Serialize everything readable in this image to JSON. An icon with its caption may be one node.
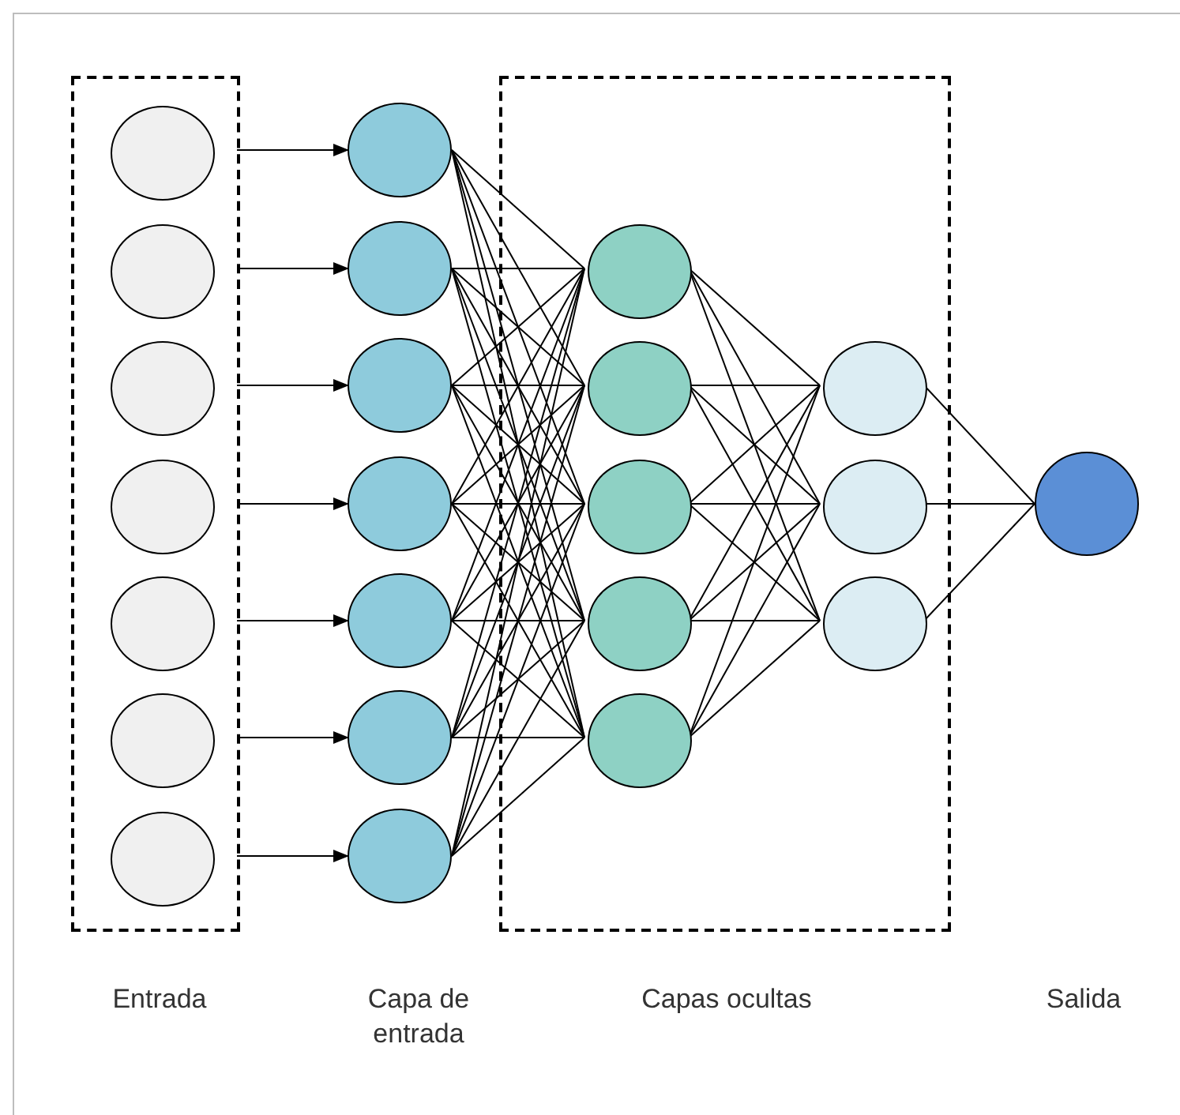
{
  "diagram": {
    "nodes": [
      {
        "text": [],
        "shape": "box"
      },
      {
        "text": [],
        "shape": "circle",
        "in": 0
      },
      {
        "text": [],
        "shape": "circle",
        "in": 0
      },
      {
        "text": [],
        "shape": "circle",
        "in": 0
      },
      {
        "text": [],
        "shape": "circle",
        "in": 0
      },
      {
        "text": [],
        "shape": "circle",
        "in": 0
      },
      {
        "text": [],
        "shape": "circle",
        "in": 0
      },
      {
        "text": [],
        "shape": "circle",
        "in": 0
      },
      {
        "text": [],
        "shape": "circle"
      },
      {
        "text": [],
        "shape": "circle"
      },
      {
        "text": [],
        "shape": "circle"
      },
      {
        "text": [],
        "shape": "circle"
      },
      {
        "text": [],
        "shape": "circle"
      },
      {
        "text": [],
        "shape": "circle"
      },
      {
        "text": [],
        "shape": "circle"
      },
      {
        "text": [],
        "shape": "box"
      },
      {
        "text": [],
        "shape": "circle",
        "in": 15
      },
      {
        "text": [],
        "shape": "circle",
        "in": 15
      },
      {
        "text": [],
        "shape": "circle",
        "in": 15
      },
      {
        "text": [],
        "shape": "circle",
        "in": 15
      },
      {
        "text": [],
        "shape": "circle",
        "in": 15
      },
      {
        "text": [],
        "shape": "circle",
        "in": 15
      },
      {
        "text": [],
        "shape": "circle",
        "in": 15
      },
      {
        "text": [],
        "shape": "circle",
        "in": 15
      },
      {
        "text": [],
        "shape": "circle"
      }
    ],
    "edges": [
      {
        "from": 1,
        "to": 8,
        "arrow": "to"
      },
      {
        "from": 2,
        "to": 9,
        "arrow": "to"
      },
      {
        "from": 3,
        "to": 10,
        "arrow": "to"
      },
      {
        "from": 4,
        "to": 11,
        "arrow": "to"
      },
      {
        "from": 5,
        "to": 12,
        "arrow": "to"
      },
      {
        "from": 6,
        "to": 13,
        "arrow": "to"
      },
      {
        "from": 7,
        "to": 14,
        "arrow": "to"
      },
      {
        "from": 8,
        "to": 16,
        "arrow": "none"
      },
      {
        "from": 8,
        "to": 17,
        "arrow": "none"
      },
      {
        "from": 8,
        "to": 18,
        "arrow": "none"
      },
      {
        "from": 8,
        "to": 19,
        "arrow": "none"
      },
      {
        "from": 8,
        "to": 20,
        "arrow": "none"
      },
      {
        "from": 9,
        "to": 16,
        "arrow": "none"
      },
      {
        "from": 9,
        "to": 17,
        "arrow": "none"
      },
      {
        "from": 9,
        "to": 18,
        "arrow": "none"
      },
      {
        "from": 9,
        "to": 19,
        "arrow": "none"
      },
      {
        "from": 9,
        "to": 20,
        "arrow": "none"
      },
      {
        "from": 10,
        "to": 16,
        "arrow": "none"
      },
      {
        "from": 10,
        "to": 17,
        "arrow": "none"
      },
      {
        "from": 10,
        "to": 18,
        "arrow": "none"
      },
      {
        "from": 10,
        "to": 19,
        "arrow": "none"
      },
      {
        "from": 10,
        "to": 20,
        "arrow": "none"
      },
      {
        "from": 11,
        "to": 16,
        "arrow": "none"
      },
      {
        "from": 11,
        "to": 17,
        "arrow": "none"
      },
      {
        "from": 11,
        "to": 18,
        "arrow": "none"
      },
      {
        "from": 11,
        "to": 19,
        "arrow": "none"
      },
      {
        "from": 11,
        "to": 20,
        "arrow": "none"
      },
      {
        "from": 12,
        "to": 16,
        "arrow": "none"
      },
      {
        "from": 12,
        "to": 17,
        "arrow": "none"
      },
      {
        "from": 12,
        "to": 18,
        "arrow": "none"
      },
      {
        "from": 12,
        "to": 19,
        "arrow": "none"
      },
      {
        "from": 12,
        "to": 20,
        "arrow": "none"
      },
      {
        "from": 13,
        "to": 16,
        "arrow": "none"
      },
      {
        "from": 13,
        "to": 17,
        "arrow": "none"
      },
      {
        "from": 13,
        "to": 18,
        "arrow": "none"
      },
      {
        "from": 13,
        "to": 19,
        "arrow": "none"
      },
      {
        "from": 13,
        "to": 20,
        "arrow": "none"
      },
      {
        "from": 14,
        "to": 16,
        "arrow": "none"
      },
      {
        "from": 14,
        "to": 17,
        "arrow": "none"
      },
      {
        "from": 14,
        "to": 18,
        "arrow": "none"
      },
      {
        "from": 14,
        "to": 19,
        "arrow": "none"
      },
      {
        "from": 14,
        "to": 20,
        "arrow": "none"
      },
      {
        "from": 16,
        "to": 21,
        "arrow": "none"
      },
      {
        "from": 16,
        "to": 22,
        "arrow": "none"
      },
      {
        "from": 16,
        "to": 23,
        "arrow": "none"
      },
      {
        "from": 17,
        "to": 21,
        "arrow": "none"
      },
      {
        "from": 17,
        "to": 22,
        "arrow": "none"
      },
      {
        "from": 17,
        "to": 23,
        "arrow": "none"
      },
      {
        "from": 18,
        "to": 21,
        "arrow": "none"
      },
      {
        "from": 18,
        "to": 22,
        "arrow": "none"
      },
      {
        "from": 18,
        "to": 23,
        "arrow": "none"
      },
      {
        "from": 19,
        "to": 21,
        "arrow": "none"
      },
      {
        "from": 19,
        "to": 22,
        "arrow": "none"
      },
      {
        "from": 19,
        "to": 23,
        "arrow": "none"
      },
      {
        "from": 20,
        "to": 21,
        "arrow": "none"
      },
      {
        "from": 20,
        "to": 22,
        "arrow": "none"
      },
      {
        "from": 20,
        "to": 23,
        "arrow": "none"
      },
      {
        "from": 21,
        "to": 24,
        "arrow": "none"
      },
      {
        "from": 22,
        "to": 24,
        "arrow": "none"
      },
      {
        "from": 23,
        "to": 24,
        "arrow": "none"
      }
    ],
    "labels": [
      "Entrada",
      "Capa de entrada",
      "Capas ocultas",
      "Salida"
    ]
  }
}
